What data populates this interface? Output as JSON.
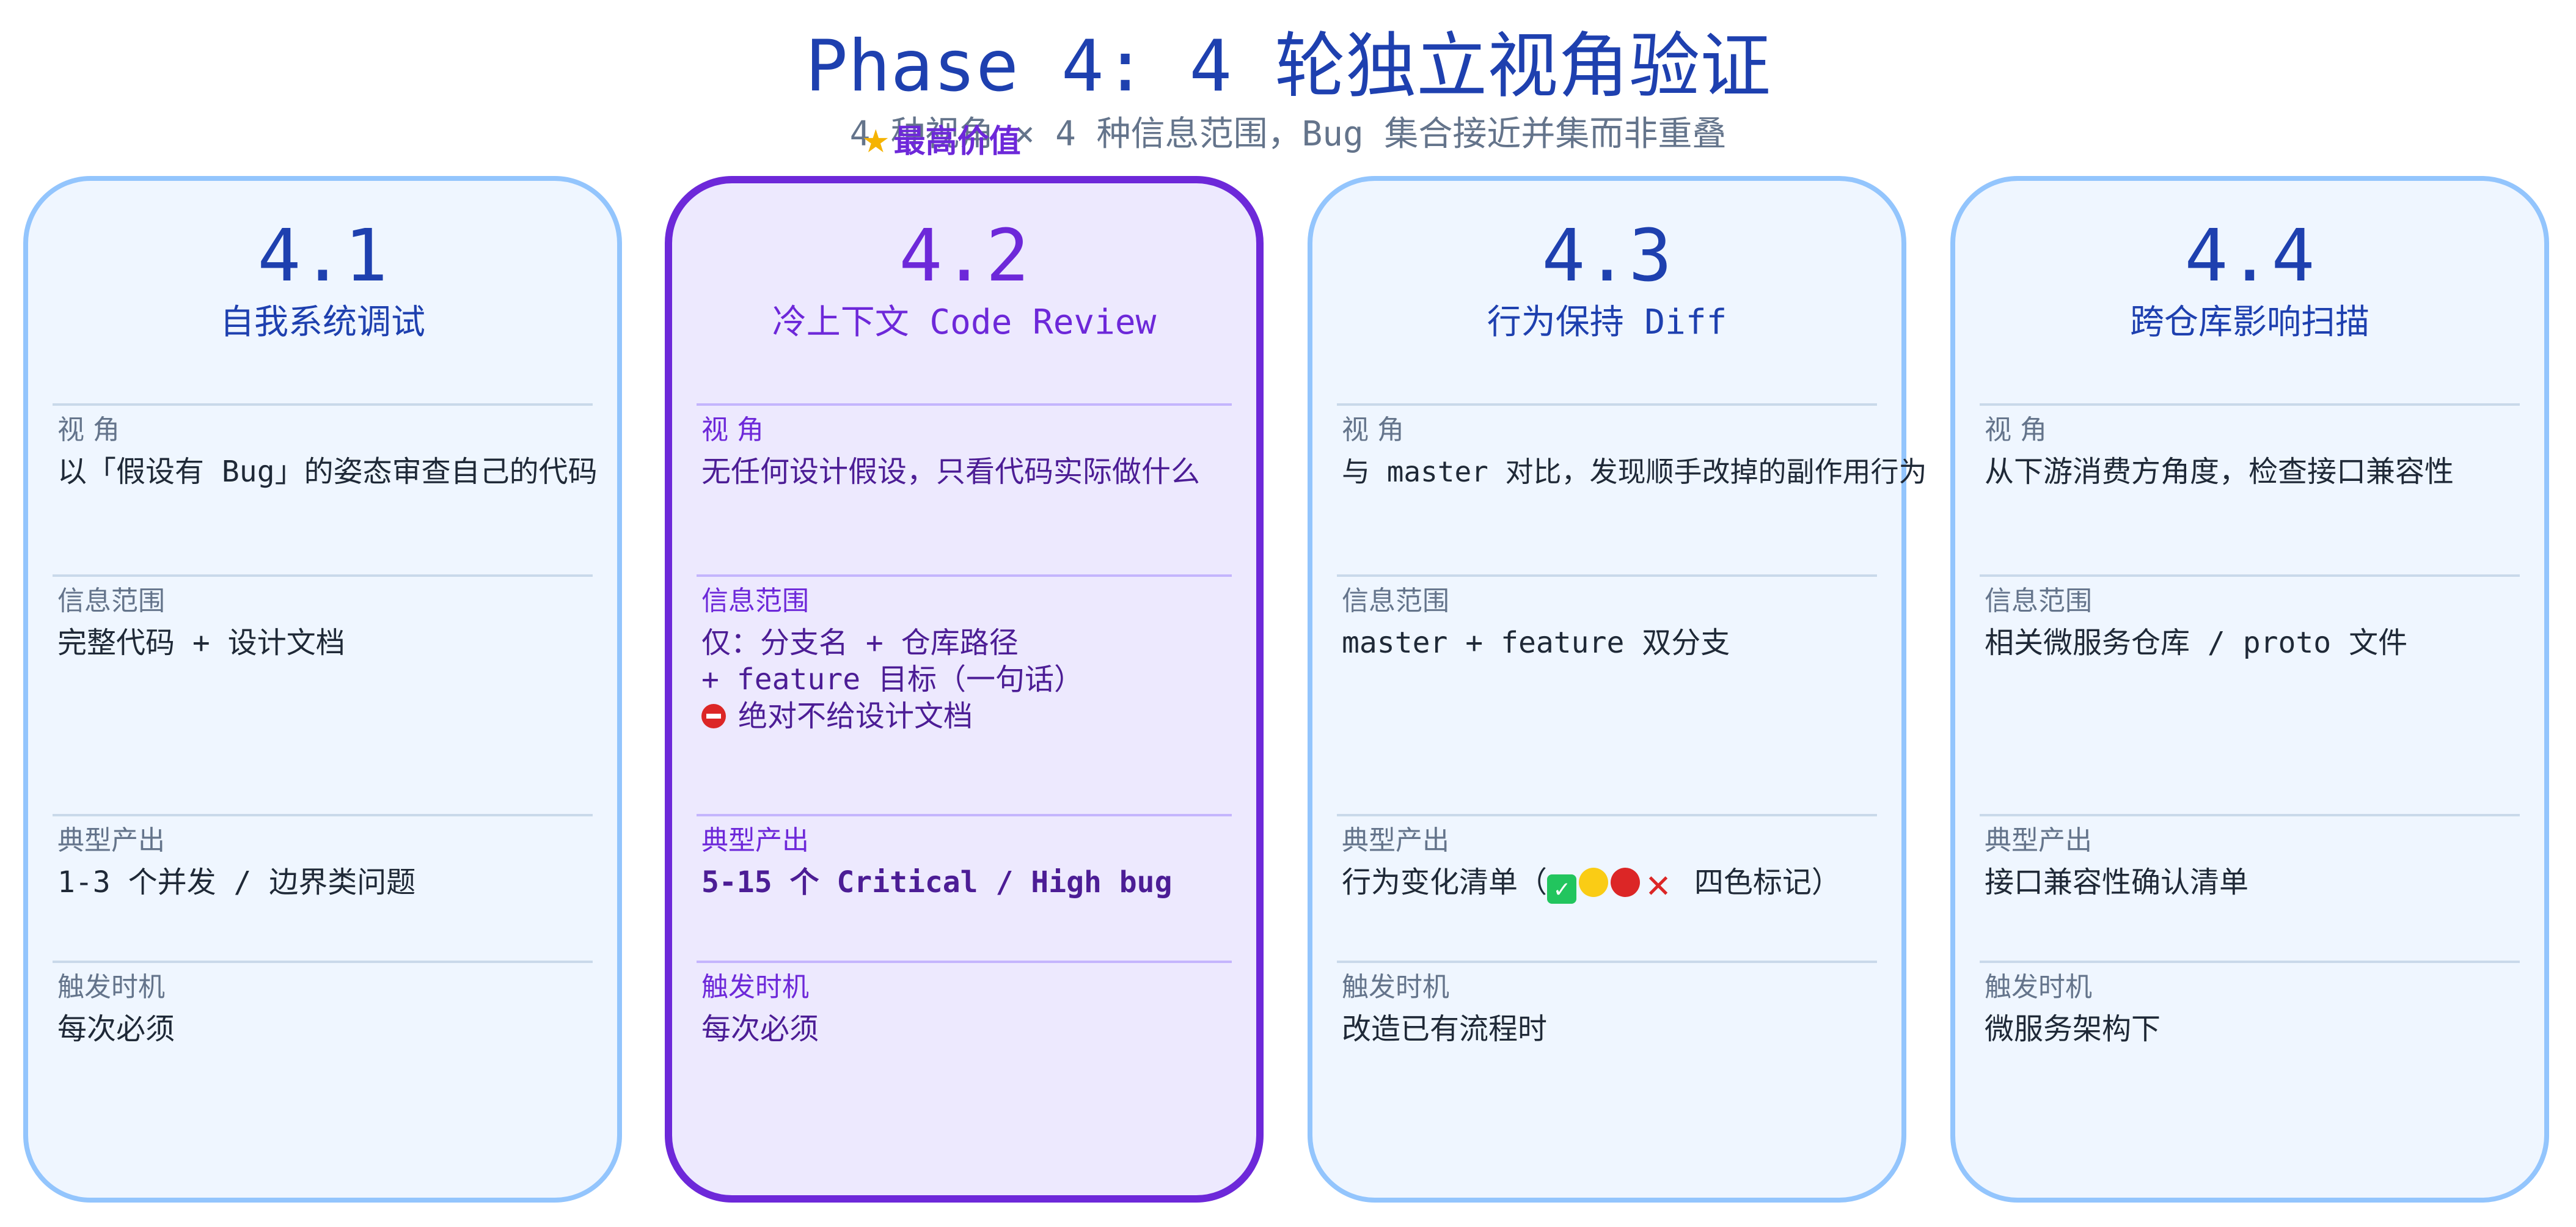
{
  "header": {
    "title": "Phase 4: 4 轮独立视角验证",
    "subtitle": "4 种视角 × 4 种信息范围，Bug 集合接近并集而非重叠",
    "badge": {
      "icon": "star-icon",
      "label": "最高价值"
    }
  },
  "colors": {
    "title": "#1e40af",
    "card_border": "#93c5fd",
    "card_fill": "#eff6ff",
    "highlight_border": "#6d28d9",
    "highlight_fill": "#ede9fe",
    "label_gray": "#64748b"
  },
  "section_labels": {
    "perspective": "视 角",
    "scope": "信息范围",
    "output": "典型产出",
    "trigger": "触发时机"
  },
  "cards": [
    {
      "number": "4.1",
      "name": "自我系统调试",
      "perspective": "以「假设有 Bug」的姿态审查自己的代码",
      "scope_lines": [
        "完整代码 + 设计文档"
      ],
      "output": "1-3 个并发 / 边界类问题",
      "trigger": "每次必须"
    },
    {
      "number": "4.2",
      "name": "冷上下文 Code Review",
      "highlighted": true,
      "perspective": "无任何设计假设，只看代码实际做什么",
      "scope_lines": [
        "仅：分支名 + 仓库路径",
        "+ feature 目标（一句话）"
      ],
      "scope_warning": "绝对不给设计文档",
      "scope_warning_icon": "no-entry-icon",
      "output": "5-15 个 Critical / High bug",
      "trigger": "每次必须"
    },
    {
      "number": "4.3",
      "name": "行为保持 Diff",
      "perspective": "与 master 对比，发现顺手改掉的副作用行为",
      "scope_lines": [
        "master + feature 双分支"
      ],
      "output_prefix": "行为变化清单（",
      "output_marks": [
        "✓",
        "",
        "",
        "✕"
      ],
      "output_suffix": " 四色标记）",
      "trigger": "改造已有流程时"
    },
    {
      "number": "4.4",
      "name": "跨仓库影响扫描",
      "perspective": "从下游消费方角度，检查接口兼容性",
      "scope_lines": [
        "相关微服务仓库 / proto 文件"
      ],
      "output": "接口兼容性确认清单",
      "trigger": "微服务架构下"
    }
  ]
}
